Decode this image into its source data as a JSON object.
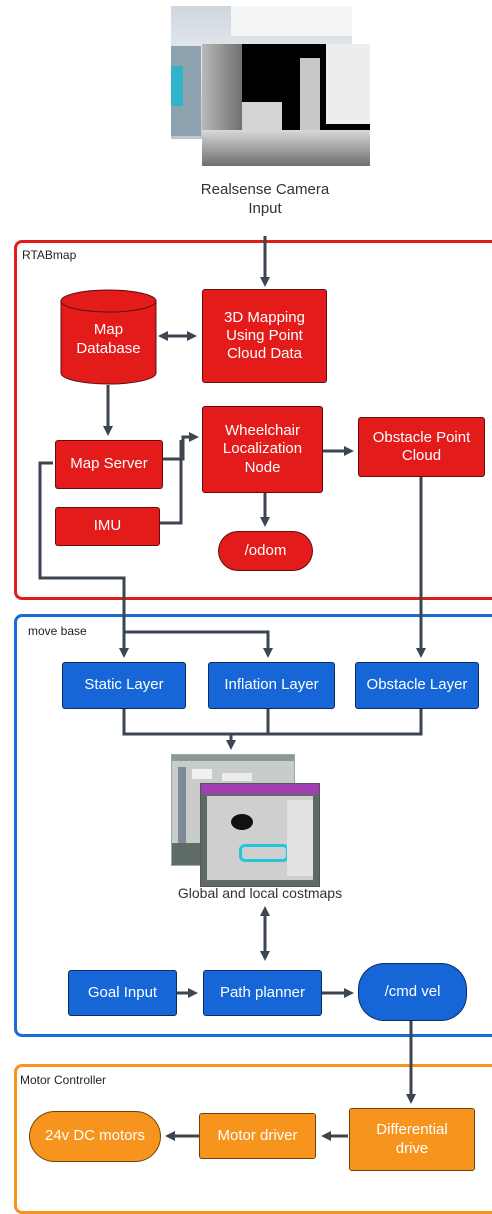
{
  "camera": {
    "caption_line1": "Realsense Camera",
    "caption_line2": "Input"
  },
  "rtabmap": {
    "label": "RTABmap",
    "map_database_line1": "Map",
    "map_database_line2": "Database",
    "mapping_3d": [
      "3D Mapping",
      "Using Point",
      "Cloud Data"
    ],
    "map_server": "Map Server",
    "localization": [
      "Wheelchair",
      "Localization",
      "Node"
    ],
    "obstacle_point_cloud": [
      "Obstacle Point",
      "Cloud"
    ],
    "imu": "IMU",
    "odom": "/odom"
  },
  "move_base": {
    "label": "move base",
    "static_layer": "Static Layer",
    "inflation_layer": "Inflation Layer",
    "obstacle_layer": "Obstacle Layer",
    "costmaps_caption": "Global and local costmaps",
    "goal_input": "Goal Input",
    "path_planner": "Path planner",
    "cmd_vel": "/cmd vel"
  },
  "motor_controller": {
    "label": "Motor Controller",
    "differential_drive": [
      "Differential",
      "drive"
    ],
    "motor_driver": "Motor driver",
    "dc_motors": "24v DC motors"
  },
  "colors": {
    "rtabmap_border": "#e31b1b",
    "move_base_border": "#1a6bd8",
    "motor_border": "#f7941d",
    "red_node": "#e31b1b",
    "blue_node": "#1666d8",
    "orange_node": "#f7941d",
    "wire": "#3c4650"
  }
}
